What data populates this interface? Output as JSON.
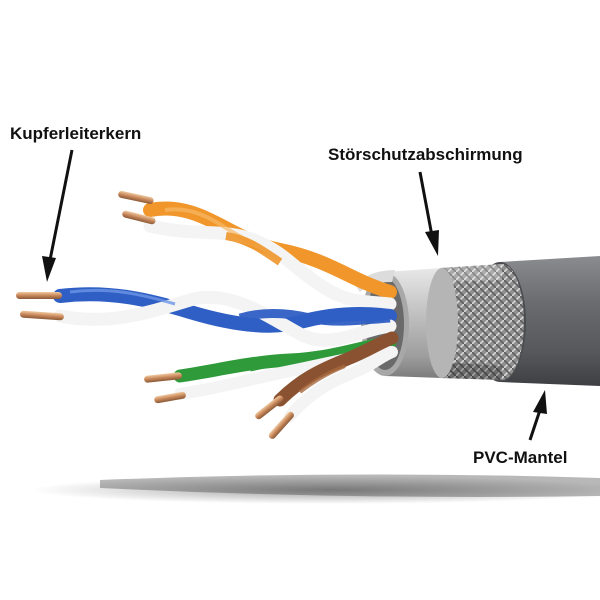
{
  "labels": {
    "core": "Kupferleiterkern",
    "shield": "Störschutzabschirmung",
    "jacket": "PVC-Mantel"
  },
  "colors": {
    "label_text": "#111111",
    "arrow": "#111111",
    "jacket": "#6e7074",
    "shield_foil": "#c9c9c9",
    "braid": "#9a9a9a",
    "copper": "#c8875a",
    "pair_orange": "#f0962a",
    "pair_blue": "#2f5fc4",
    "pair_green": "#2e9a3a",
    "pair_brown": "#8a5230",
    "stripe_white": "#f2f2f2"
  }
}
